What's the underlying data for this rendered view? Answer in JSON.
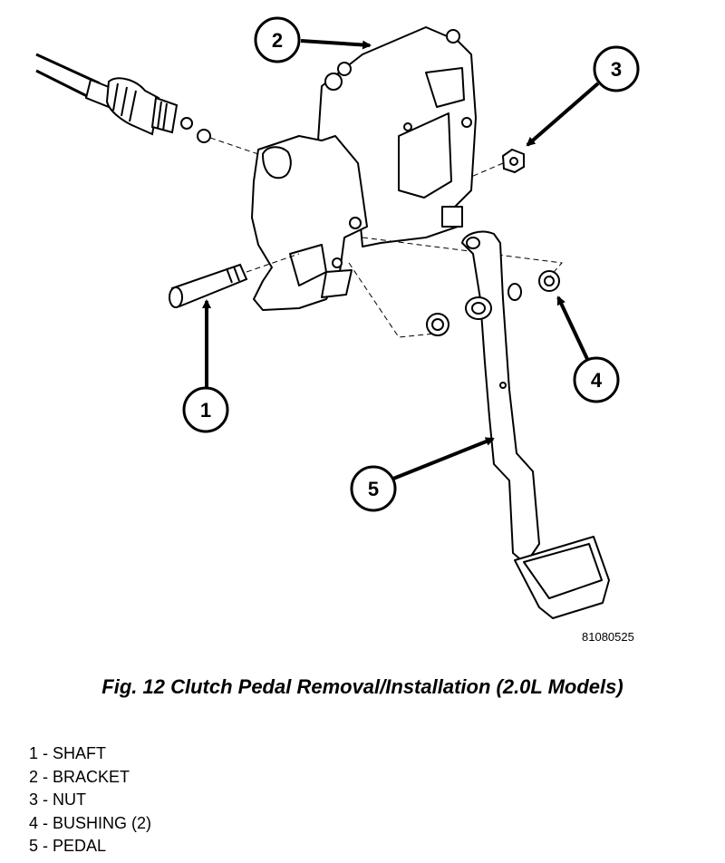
{
  "figure": {
    "artwork_code": "81080525",
    "caption": "Fig. 12 Clutch Pedal Removal/Installation (2.0L Models)",
    "callouts": [
      "1",
      "2",
      "3",
      "4",
      "5"
    ]
  },
  "legend": [
    {
      "number": "1",
      "label": "1 - SHAFT"
    },
    {
      "number": "2",
      "label": "2 - BRACKET"
    },
    {
      "number": "3",
      "label": "3 - NUT"
    },
    {
      "number": "4",
      "label": "4 - BUSHING (2)"
    },
    {
      "number": "5",
      "label": "5 - PEDAL"
    }
  ]
}
